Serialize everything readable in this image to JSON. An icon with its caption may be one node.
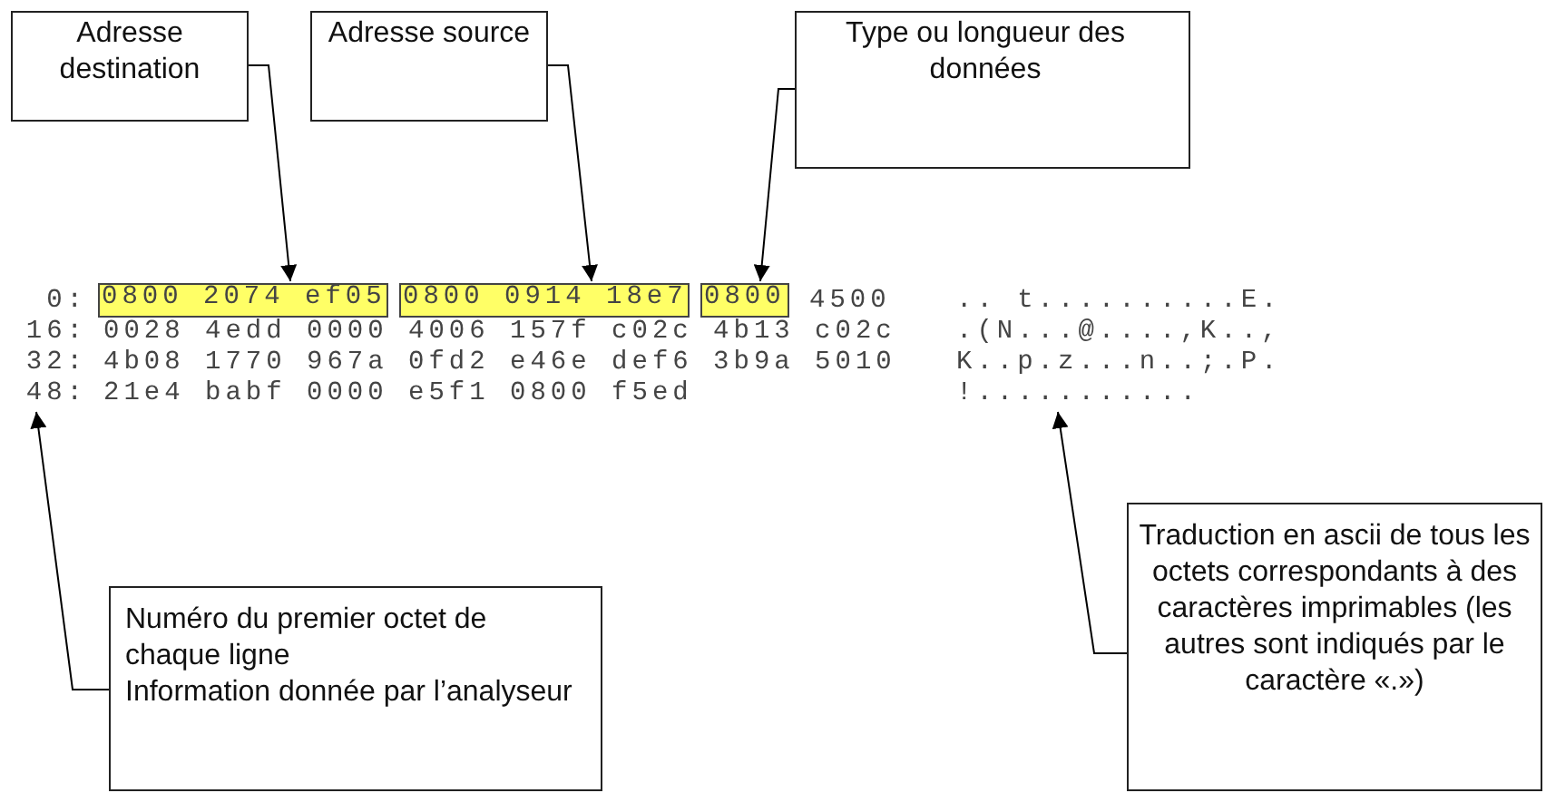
{
  "diagram": {
    "nodes": [
      {
        "text": [
          "Adresse destination"
        ]
      },
      {
        "text": [
          "Adresse source"
        ]
      },
      {
        "text": [
          "Type ou longueur des données"
        ]
      },
      {
        "text": [
          "0800 2074 ef05"
        ]
      },
      {
        "text": [
          "0800 0914 18e7"
        ]
      },
      {
        "text": [
          "0800"
        ]
      },
      {
        "text": [
          "Numéro du premier octet de chaque ligne",
          "Information donnée par l’analyseur"
        ]
      },
      {
        "text": [
          "Traduction en ascii de tous les octets correspondants à des caractères imprimables (les autres sont indiqués par le caractère «.»)"
        ]
      },
      {
        "text": [
          "48:"
        ]
      },
      {
        "text": [
          "!..........."
        ]
      }
    ],
    "edges": [
      {
        "from": 0,
        "to": 3,
        "arrow": "to"
      },
      {
        "from": 1,
        "to": 4,
        "arrow": "to"
      },
      {
        "from": 2,
        "to": 5,
        "arrow": "to"
      },
      {
        "from": 6,
        "to": 8,
        "arrow": "to"
      },
      {
        "from": 7,
        "to": 9,
        "arrow": "to"
      }
    ],
    "labels": [
      "0:",
      "4500",
      ".. t..........E.",
      "16:",
      "0028 4edd 0000 4006 157f c02c 4b13 c02c",
      ".(N...@....,K..,",
      "32:",
      "4b08 1770 967a 0fd2 e46e def6 3b9a 5010",
      "K..p.z...n..;.P.",
      "21e4 babf 0000 e5f1 0800 f5ed"
    ]
  }
}
